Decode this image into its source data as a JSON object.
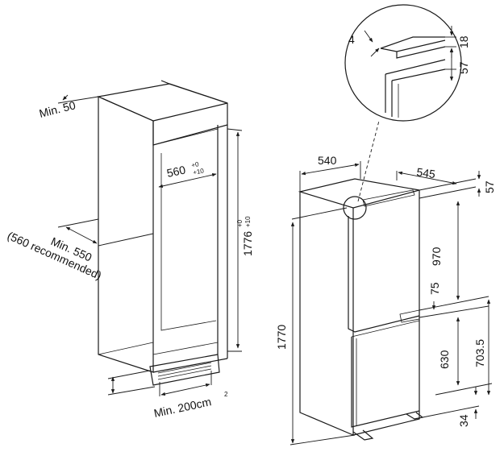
{
  "cabinet": {
    "min_depth_top": "Min. 50",
    "inner_width": "560",
    "inner_width_tol_plus": "+0",
    "inner_width_tol_minus": "+10",
    "inner_height": "1776",
    "inner_height_tol_plus": "+0",
    "inner_height_tol_minus": "+10",
    "min_depth": "Min. 550",
    "recommended_depth": "(560 recommended)",
    "ventilation": "Min. 200cm",
    "ventilation_sup": "2"
  },
  "appliance": {
    "width": "540",
    "depth": "545",
    "top_offset": "57",
    "fridge_door": "970",
    "gap": "75",
    "freezer_door": "630",
    "lower_height": "703.5",
    "total_height": "1770",
    "foot_height": "34"
  },
  "detail": {
    "gap_4": "4",
    "top_18": "18",
    "side_57": "57"
  }
}
